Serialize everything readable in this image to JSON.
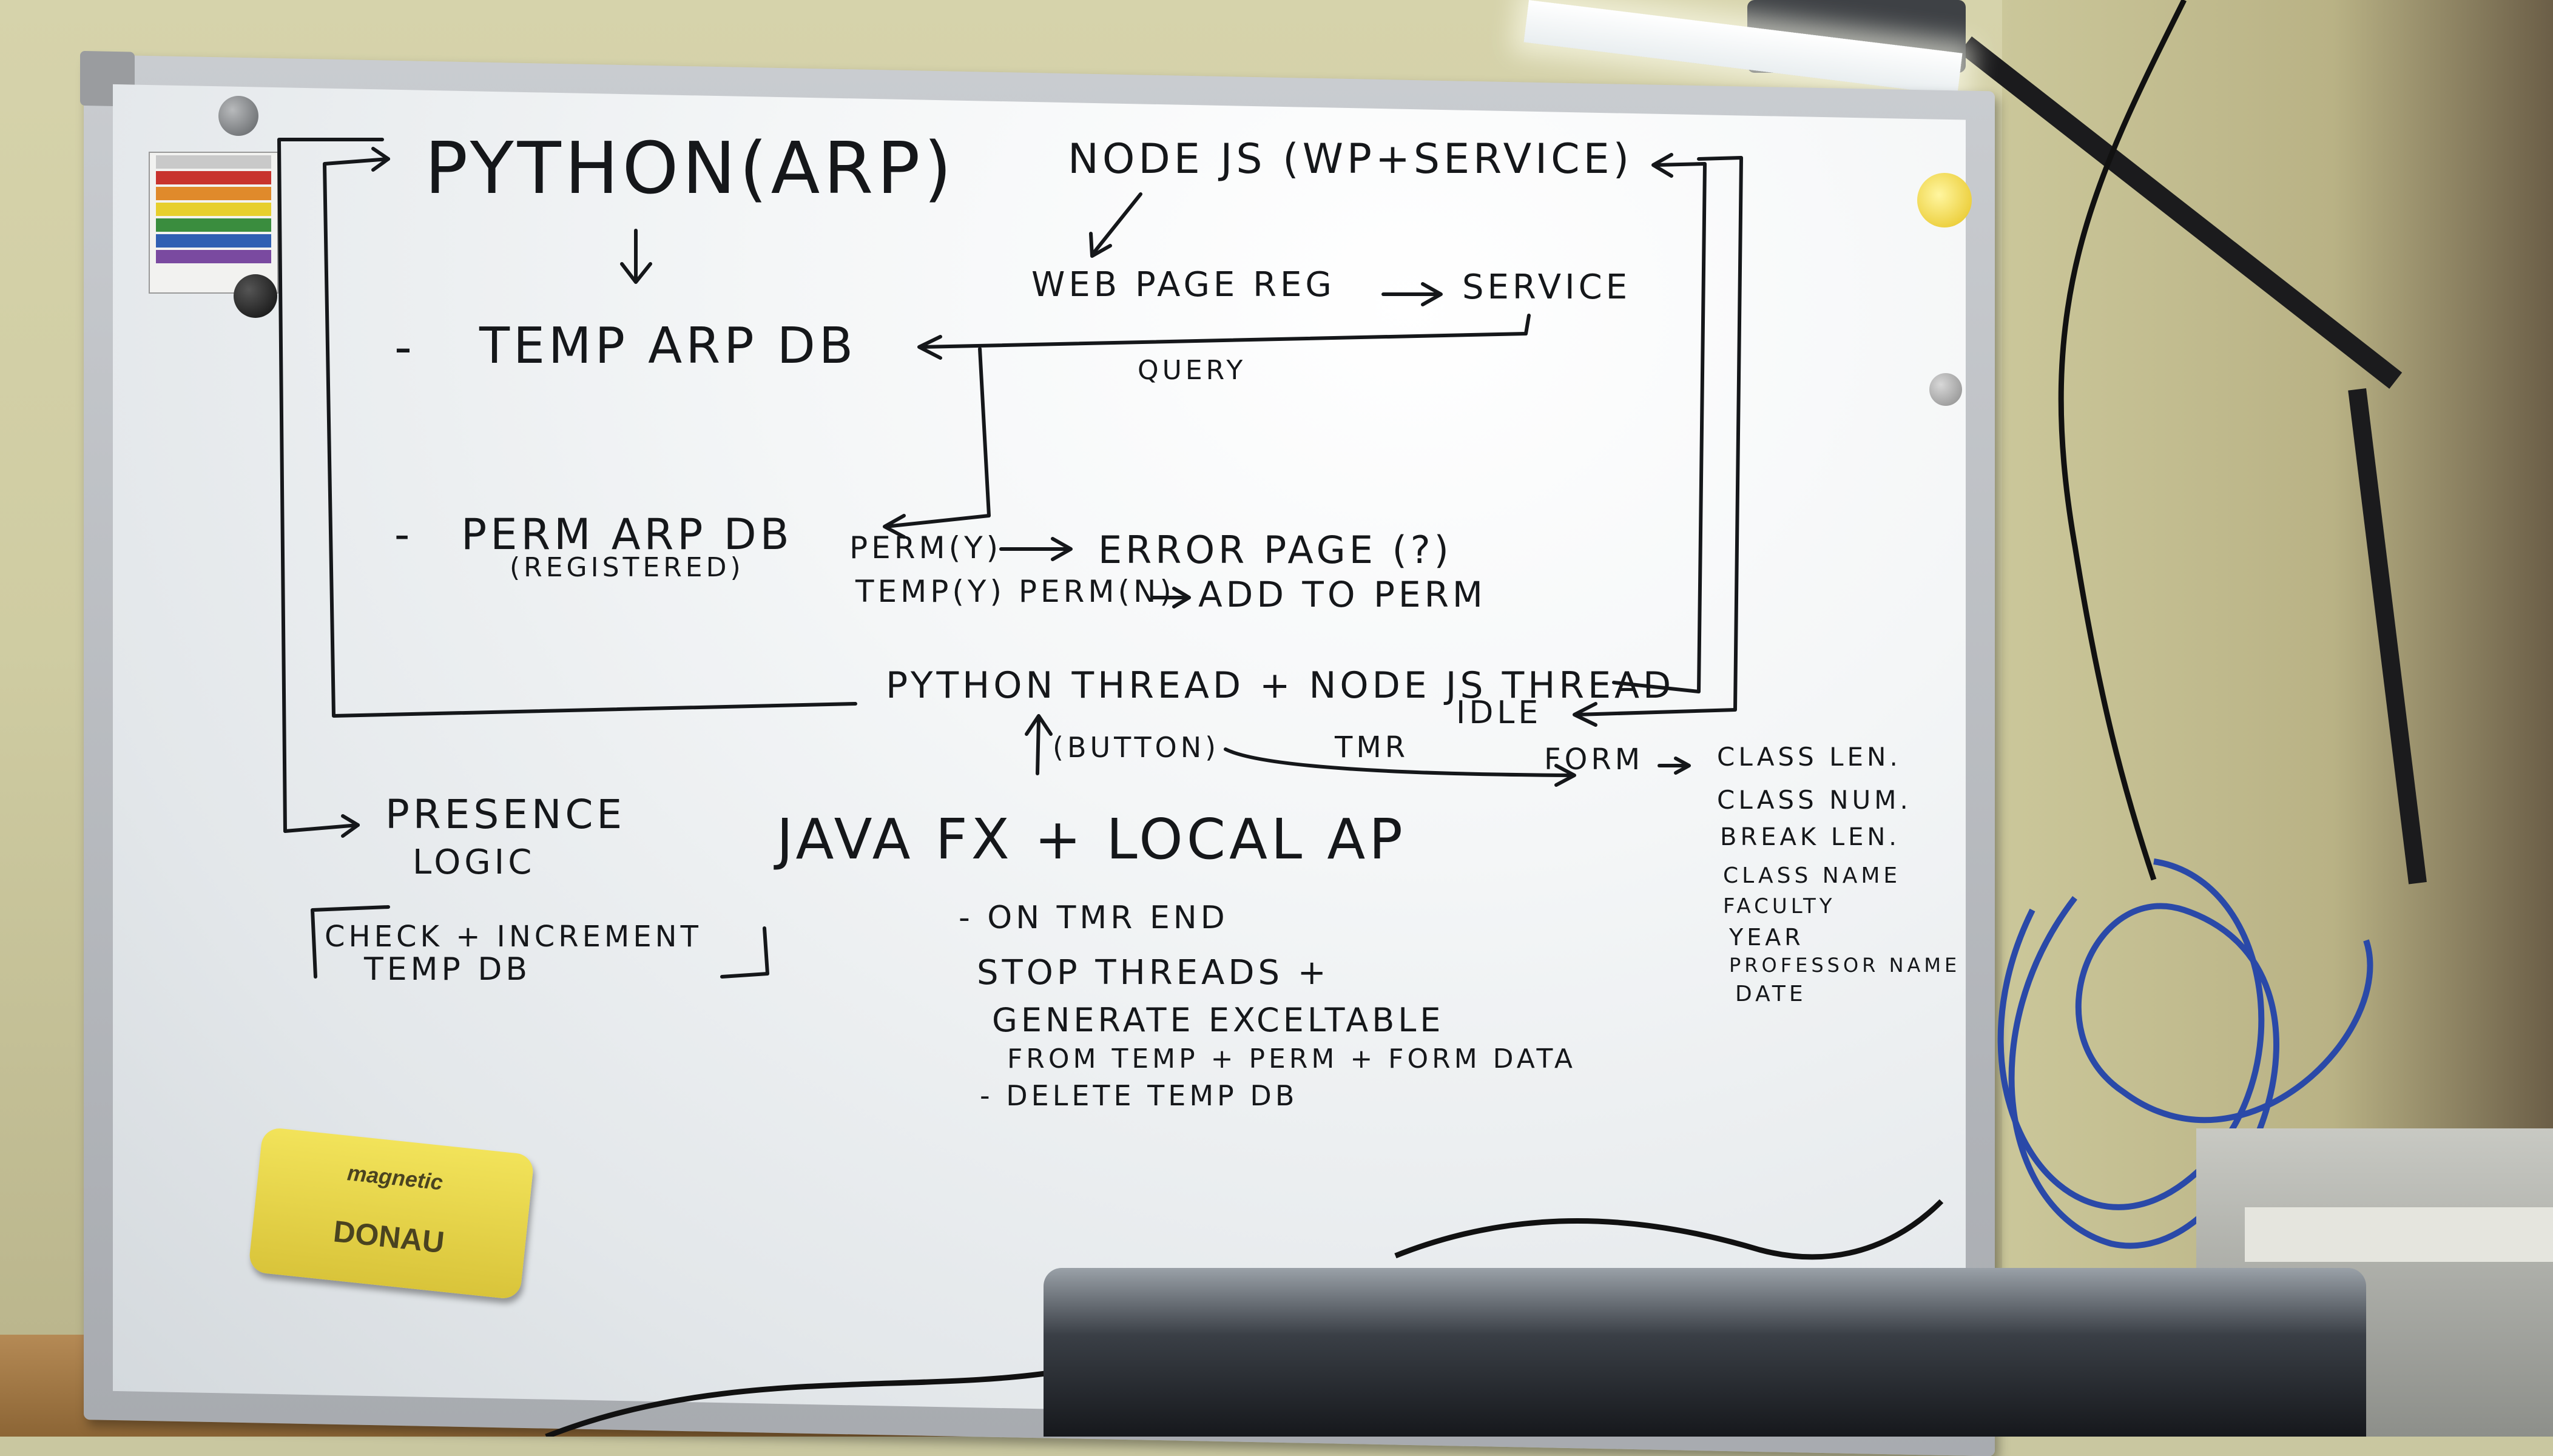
{
  "scene": {
    "colors": {
      "wall": "#d6d3ab",
      "board": "#f4f6f7",
      "frame": "#b8bbbf",
      "ink": "#15171a",
      "eraser": "#f2e35a",
      "cable_blue": "#2a49a8"
    }
  },
  "whiteboard": {
    "top_left": {
      "title": "PYTHON(ARP)",
      "temp_db": "TEMP ARP DB",
      "perm_db": "PERM ARP DB",
      "perm_db_note": "(REGISTERED)",
      "dash1": "-",
      "dash2": "-"
    },
    "top_right": {
      "title": "NODE JS (WP+SERVICE)",
      "webpage_reg": "WEB PAGE REG",
      "service": "SERVICE",
      "query": "QUERY"
    },
    "middle": {
      "perm_y": "PERM(Y)",
      "error_page": "ERROR PAGE (?)",
      "temp_perm_line": "TEMP(Y) PERM(N)",
      "add_to_perm": "ADD TO PERM",
      "threads": "PYTHON THREAD + NODE JS THREAD",
      "idle": "IDLE",
      "button": "(BUTTON)",
      "tmr": "TMR",
      "form": "FORM"
    },
    "form_fields": [
      "CLASS LEN.",
      "CLASS NUM.",
      "BREAK LEN.",
      "CLASS NAME",
      "FACULTY",
      "YEAR",
      "PROFESSOR NAME",
      "DATE"
    ],
    "presence": {
      "title_line1": "PRESENCE",
      "title_line2": "LOGIC",
      "check_line1": "CHECK + INCREMENT",
      "check_line2": "TEMP DB"
    },
    "java": {
      "title": "JAVA FX  +  LOCAL AP",
      "on_tmr_end": "- ON TMR END",
      "stop_threads": "STOP THREADS +",
      "generate": "GENERATE EXCELTABLE",
      "from": "FROM TEMP + PERM + FORM DATA",
      "delete": "- DELETE TEMP DB"
    }
  },
  "eraser": {
    "brand_top": "magnetic",
    "brand_main": "DONAU"
  },
  "icons": {
    "magnet_left_top": "magnet-icon",
    "magnet_left_bottom": "magnet-icon",
    "magnet_right_yellow": "magnet-icon",
    "magnet_right_grey": "magnet-icon"
  }
}
